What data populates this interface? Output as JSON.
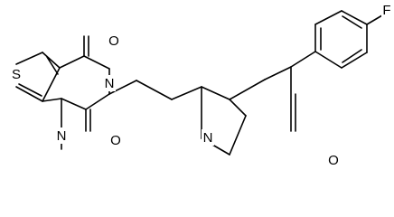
{
  "molecule": {
    "atoms": {
      "sulfur": "S",
      "n1": "N",
      "n3": "N",
      "methyl": "methyl",
      "o2": "O",
      "o4": "O",
      "n_pip": "N",
      "o_ketone": "O",
      "fluorine": "F"
    },
    "colors": {
      "bond": "#000000",
      "background": "#ffffff"
    }
  }
}
